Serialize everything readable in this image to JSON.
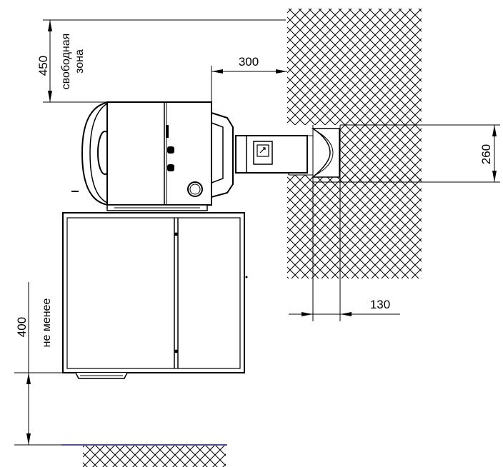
{
  "dimensions": {
    "free_zone_height": "450",
    "free_zone_label_line1": "свободная",
    "free_zone_label_line2": "зона",
    "side_clearance": "300",
    "flue_height": "260",
    "wall_depth": "130",
    "front_clearance": "400",
    "front_clearance_label": "не менее"
  },
  "colors": {
    "line": "#000000",
    "floor_line": "#1a1a6e",
    "background": "#ffffff"
  }
}
